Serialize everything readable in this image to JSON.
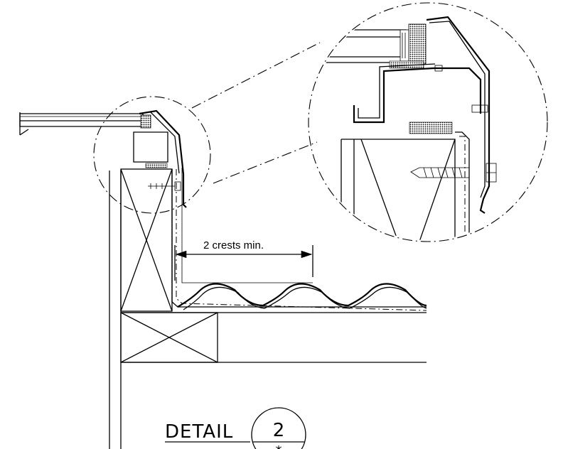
{
  "dimension": {
    "label": "2 crests min."
  },
  "title_block": {
    "label": "DETAIL",
    "number": "2",
    "sheet": "*"
  },
  "colors": {
    "line": "#000000",
    "background": "#ffffff"
  }
}
